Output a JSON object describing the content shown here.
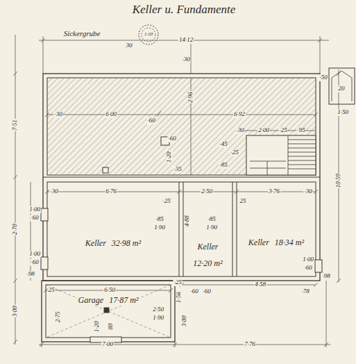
{
  "diagram": {
    "title": "Keller u. Fundamente",
    "nodes": [
      {
        "text": [
          "Keller",
          "32·98 m²"
        ]
      },
      {
        "text": [
          "Keller",
          "12·20 m²"
        ]
      },
      {
        "text": [
          "Keller",
          "18·34 m²"
        ]
      },
      {
        "text": [
          "Garage",
          "17·87 m²"
        ]
      }
    ],
    "labels": [
      "Sickergrube",
      "1·20",
      "30",
      "14·12",
      "·30",
      "·30",
      "6·00",
      "·60",
      "2·96",
      "6·92",
      "·30",
      "2·00",
      "·25",
      "·95",
      "·50",
      "20",
      "1·50",
      "7·51",
      "10·59",
      "·45",
      "·25",
      "·85",
      "·60",
      "1·20",
      "·35",
      "·30",
      "6·76",
      "2·50",
      "3·76",
      "·30",
      "·25",
      "25",
      "1·00",
      "·60",
      "2·70",
      "·85",
      "1·90",
      "4·88",
      "·85",
      "1·90",
      "1·00",
      "·60",
      "·98",
      "1·00",
      "·60",
      "·98",
      "25",
      "6·50",
      "·25",
      "1·56",
      "·60",
      "·60",
      "4·58",
      "·78",
      "3·00",
      "2·75",
      "2·50",
      "1·90",
      "1·20",
      "80",
      "3·00",
      "7·00",
      "7·76"
    ]
  }
}
